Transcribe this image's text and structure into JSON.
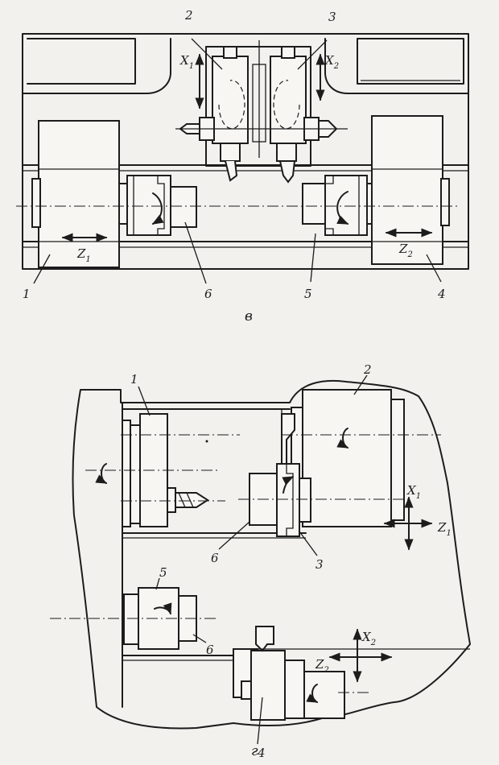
{
  "diagram_v": {
    "caption": "в",
    "labels": {
      "n1": "1",
      "n2": "2",
      "n3": "3",
      "n4": "4",
      "n5": "5",
      "n6": "6",
      "x1": "X",
      "x1_sub": "1",
      "x2": "X",
      "x2_sub": "2",
      "z1": "Z",
      "z1_sub": "1",
      "z2": "Z",
      "z2_sub": "2"
    }
  },
  "diagram_g": {
    "caption": "г",
    "labels": {
      "n1": "1",
      "n2": "2",
      "n3": "3",
      "n4": "4",
      "n5": "5",
      "n6a": "6",
      "n6b": "6",
      "x1": "X",
      "x1_sub": "1",
      "x2": "X",
      "x2_sub": "2",
      "z1": "Z",
      "z1_sub": "1",
      "z2": "Z",
      "z2_sub": "2"
    }
  }
}
